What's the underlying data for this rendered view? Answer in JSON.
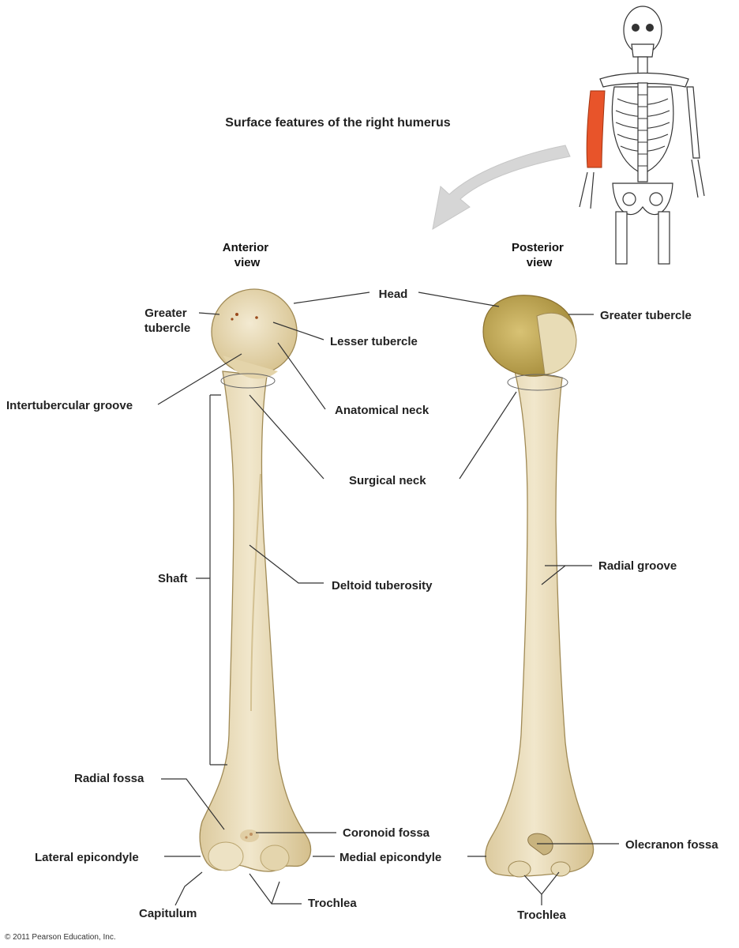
{
  "title": "Surface features of the right humerus",
  "views": {
    "anterior": [
      "Anterior",
      "view"
    ],
    "posterior": [
      "Posterior",
      "view"
    ]
  },
  "labels": {
    "head": "Head",
    "greater_tubercle_anterior": [
      "Greater",
      "tubercle"
    ],
    "lesser_tubercle": "Lesser tubercle",
    "intertubercular_groove": "Intertubercular groove",
    "anatomical_neck": "Anatomical neck",
    "surgical_neck": "Surgical neck",
    "shaft": "Shaft",
    "deltoid_tuberosity": "Deltoid tuberosity",
    "radial_fossa": "Radial fossa",
    "coronoid_fossa": "Coronoid fossa",
    "lateral_epicondyle": "Lateral epicondyle",
    "medial_epicondyle": "Medial epicondyle",
    "capitulum": "Capitulum",
    "trochlea_anterior": "Trochlea",
    "greater_tubercle_posterior": "Greater tubercle",
    "radial_groove": "Radial groove",
    "olecranon_fossa": "Olecranon fossa",
    "trochlea_posterior": "Trochlea"
  },
  "copyright": "© 2011 Pearson Education, Inc.",
  "colors": {
    "bone": "#e9dcb8",
    "bone_shadow": "#d9c598",
    "posterior_head": "#c9ae56",
    "highlight": "#e8542a",
    "arrow": "#d6d6d6",
    "text": "#222222"
  }
}
